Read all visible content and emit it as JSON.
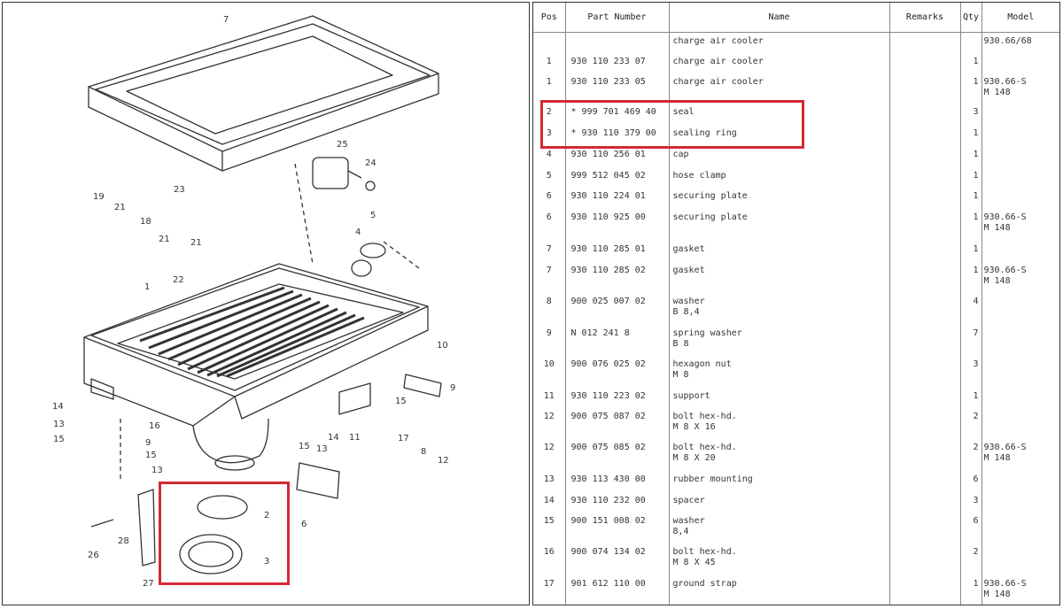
{
  "colors": {
    "highlight": "#d42a35",
    "line": "#333333",
    "grid": "#888888"
  },
  "diagram": {
    "callouts": [
      "7",
      "25",
      "24",
      "23",
      "19",
      "21",
      "18",
      "21",
      "21",
      "22",
      "5",
      "4",
      "1",
      "10",
      "9",
      "14",
      "13",
      "15",
      "16",
      "9",
      "15",
      "13",
      "15",
      "14",
      "11",
      "13",
      "15",
      "17",
      "8",
      "12",
      "2",
      "3",
      "6",
      "26",
      "28",
      "27"
    ]
  },
  "table": {
    "headers": {
      "pos": "Pos",
      "part_number": "Part Number",
      "name": "Name",
      "remarks": "Remarks",
      "qty": "Qty",
      "model": "Model"
    },
    "rows": [
      {
        "pos": "",
        "part_number": "",
        "name": "charge air cooler",
        "remarks": "",
        "qty": "",
        "model": "930.66/68"
      },
      {
        "pos": "1",
        "part_number": "  930 110 233 07",
        "name": "charge air cooler",
        "remarks": "",
        "qty": "1",
        "model": ""
      },
      {
        "pos": "1",
        "part_number": "  930 110 233 05",
        "name": "charge air cooler",
        "remarks": "",
        "qty": "1",
        "model": "930.66-S\nM 148"
      },
      {
        "pos": "2",
        "part_number": "* 999 701 469 40",
        "name": "seal",
        "remarks": "",
        "qty": "3",
        "model": ""
      },
      {
        "pos": "3",
        "part_number": "* 930 110 379 00",
        "name": "sealing ring",
        "remarks": "",
        "qty": "1",
        "model": ""
      },
      {
        "pos": "4",
        "part_number": "  930 110 256 01",
        "name": "cap",
        "remarks": "",
        "qty": "1",
        "model": ""
      },
      {
        "pos": "5",
        "part_number": "  999 512 045 02",
        "name": "hose clamp",
        "remarks": "",
        "qty": "1",
        "model": ""
      },
      {
        "pos": "6",
        "part_number": "  930 110 224 01",
        "name": "securing plate",
        "remarks": "",
        "qty": "1",
        "model": ""
      },
      {
        "pos": "6",
        "part_number": "  930 110 925 00",
        "name": "securing plate",
        "remarks": "",
        "qty": "1",
        "model": "930.66-S\nM 148"
      },
      {
        "pos": "7",
        "part_number": "  930 110 285 01",
        "name": "gasket",
        "remarks": "",
        "qty": "1",
        "model": ""
      },
      {
        "pos": "7",
        "part_number": "  930 110 285 02",
        "name": "gasket",
        "remarks": "",
        "qty": "1",
        "model": "930.66-S\nM 148"
      },
      {
        "pos": "8",
        "part_number": "  900 025 007 02",
        "name": "washer\nB 8,4",
        "remarks": "",
        "qty": "4",
        "model": ""
      },
      {
        "pos": "9",
        "part_number": "  N   012 241 8",
        "name": "spring washer\nB 8",
        "remarks": "",
        "qty": "7",
        "model": ""
      },
      {
        "pos": "10",
        "part_number": "  900 076 025 02",
        "name": "hexagon nut\nM 8",
        "remarks": "",
        "qty": "3",
        "model": ""
      },
      {
        "pos": "11",
        "part_number": "  930 110 223 02",
        "name": "support",
        "remarks": "",
        "qty": "1",
        "model": ""
      },
      {
        "pos": "12",
        "part_number": "  900 075 087 02",
        "name": "bolt hex-hd.\nM 8 X 16",
        "remarks": "",
        "qty": "2",
        "model": ""
      },
      {
        "pos": "12",
        "part_number": "  900 075 085 02",
        "name": "bolt hex-hd.\nM 8 X 20",
        "remarks": "",
        "qty": "2",
        "model": "930.66-S\nM 148"
      },
      {
        "pos": "13",
        "part_number": "  930 113 430 00",
        "name": "rubber mounting",
        "remarks": "",
        "qty": "6",
        "model": ""
      },
      {
        "pos": "14",
        "part_number": "  930 110 232 00",
        "name": "spacer",
        "remarks": "",
        "qty": "3",
        "model": ""
      },
      {
        "pos": "15",
        "part_number": "  900 151 008 02",
        "name": "washer\n8,4",
        "remarks": "",
        "qty": "6",
        "model": ""
      },
      {
        "pos": "16",
        "part_number": "  900 074 134 02",
        "name": "bolt hex-hd.\nM 8 X 45",
        "remarks": "",
        "qty": "2",
        "model": ""
      },
      {
        "pos": "17",
        "part_number": "  901 612 110 00",
        "name": "ground strap",
        "remarks": "",
        "qty": "1",
        "model": "930.66-S\nM 148"
      }
    ]
  }
}
